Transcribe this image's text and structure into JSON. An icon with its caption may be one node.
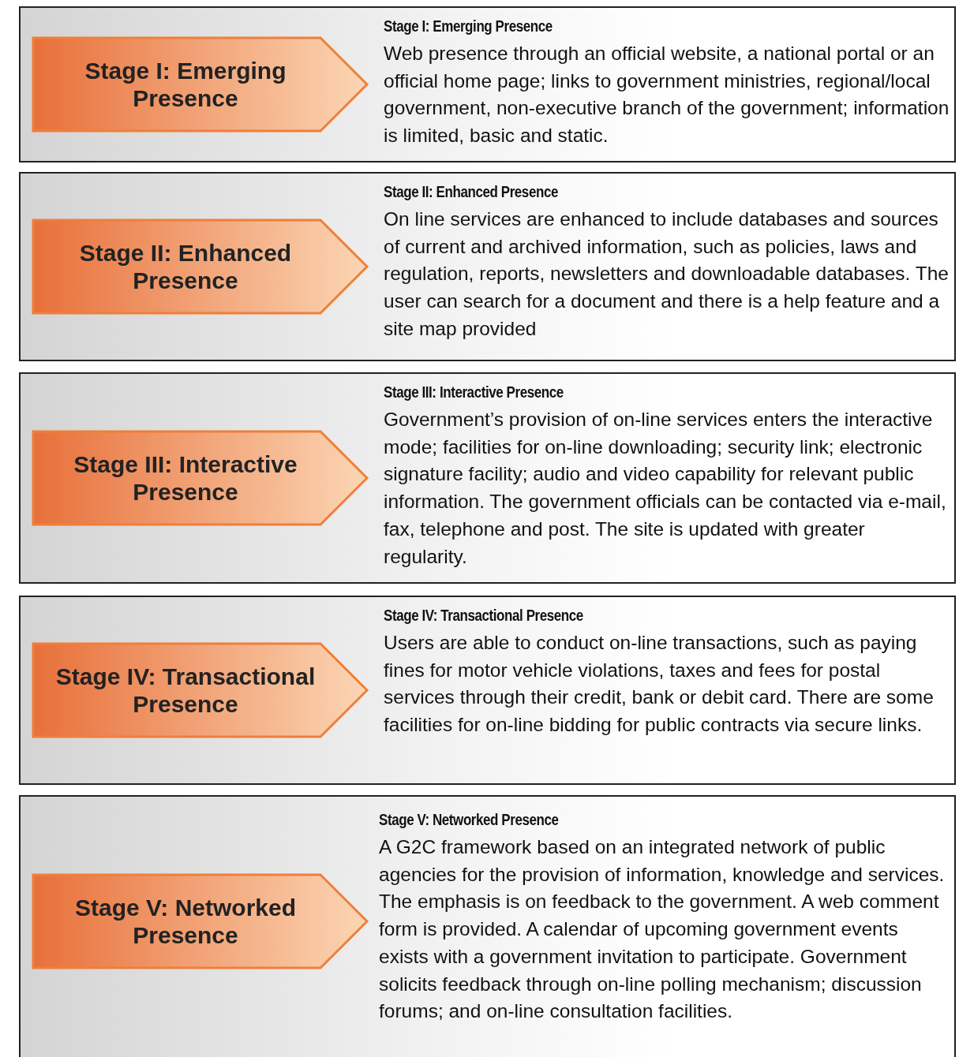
{
  "diagram": {
    "nodes": [
      {
        "text": [
          "Stage I: Emerging Presence",
          "Web presence through an official website, a national portal or an official home page; links to government ministries, regional/local government, non-executive branch of the government; information is limited, basic and static."
        ]
      },
      {
        "text": [
          "Stage I: Emerging Presence"
        ],
        "in": 0
      },
      {
        "text": [
          "Stage II: Enhanced Presence",
          "On line services are enhanced to include databases and sources of current and archived information, such as policies, laws and regulation, reports, newsletters and downloadable databases. The user can search for a document and there is a help feature and a site map provided"
        ]
      },
      {
        "text": [
          "Stage II: Enhanced Presence"
        ],
        "in": 2
      },
      {
        "text": [
          "Stage III: Interactive Presence",
          "Government’s provision of on-line services enters the interactive mode; facilities for on-line downloading; security link; electronic signature facility; audio and video capability for relevant public information. The government officials can be contacted via e-mail, fax, telephone and post. The site is updated with greater regularity."
        ]
      },
      {
        "text": [
          "Stage III: Interactive Presence"
        ],
        "in": 4
      },
      {
        "text": [
          "Stage IV: Transactional Presence",
          "Users are able to conduct on-line transactions, such as paying fines for motor vehicle violations, taxes and fees for postal services through their credit, bank or debit card. There are some facilities for on-line bidding for public contracts via secure links."
        ]
      },
      {
        "text": [
          "Stage IV: Transactional Presence"
        ],
        "in": 6
      },
      {
        "text": [
          "Stage V: Networked Presence",
          "A G2C framework based on an integrated network of public agencies for the provision of information, knowledge and services. The emphasis is on feedback to the government. A web comment form is provided. A calendar of upcoming government events exists with a government invitation to participate. Government solicits feedback through on-line polling mechanism; discussion forums; and on-line consultation facilities."
        ]
      },
      {
        "text": [
          "Stage V: Networked Presence"
        ],
        "in": 8
      }
    ],
    "edges": []
  }
}
